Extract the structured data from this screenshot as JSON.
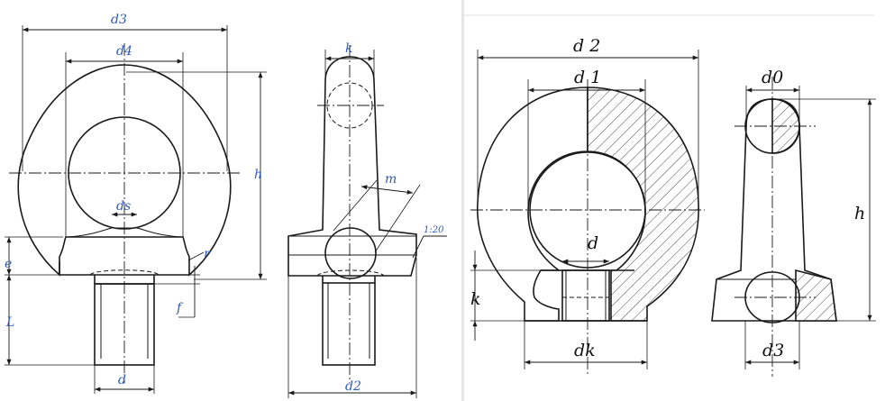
{
  "left_labels": {
    "d3": "d3",
    "d4": "d4",
    "k": "k",
    "m": "m",
    "h": "h",
    "ds": "ds",
    "r": "r",
    "e": "e",
    "f": "f",
    "L": "L",
    "d": "d",
    "d2": "d2",
    "taper": "1:20"
  },
  "right_labels": {
    "d2": "d 2",
    "d1": "d 1",
    "d0": "d0",
    "h": "h",
    "d": "d",
    "k": "k",
    "dk": "dk",
    "d3": "d3"
  },
  "colors": {
    "label_blue": "#2f5bb7",
    "label_black": "#111111",
    "line": "#1a1a1a"
  }
}
